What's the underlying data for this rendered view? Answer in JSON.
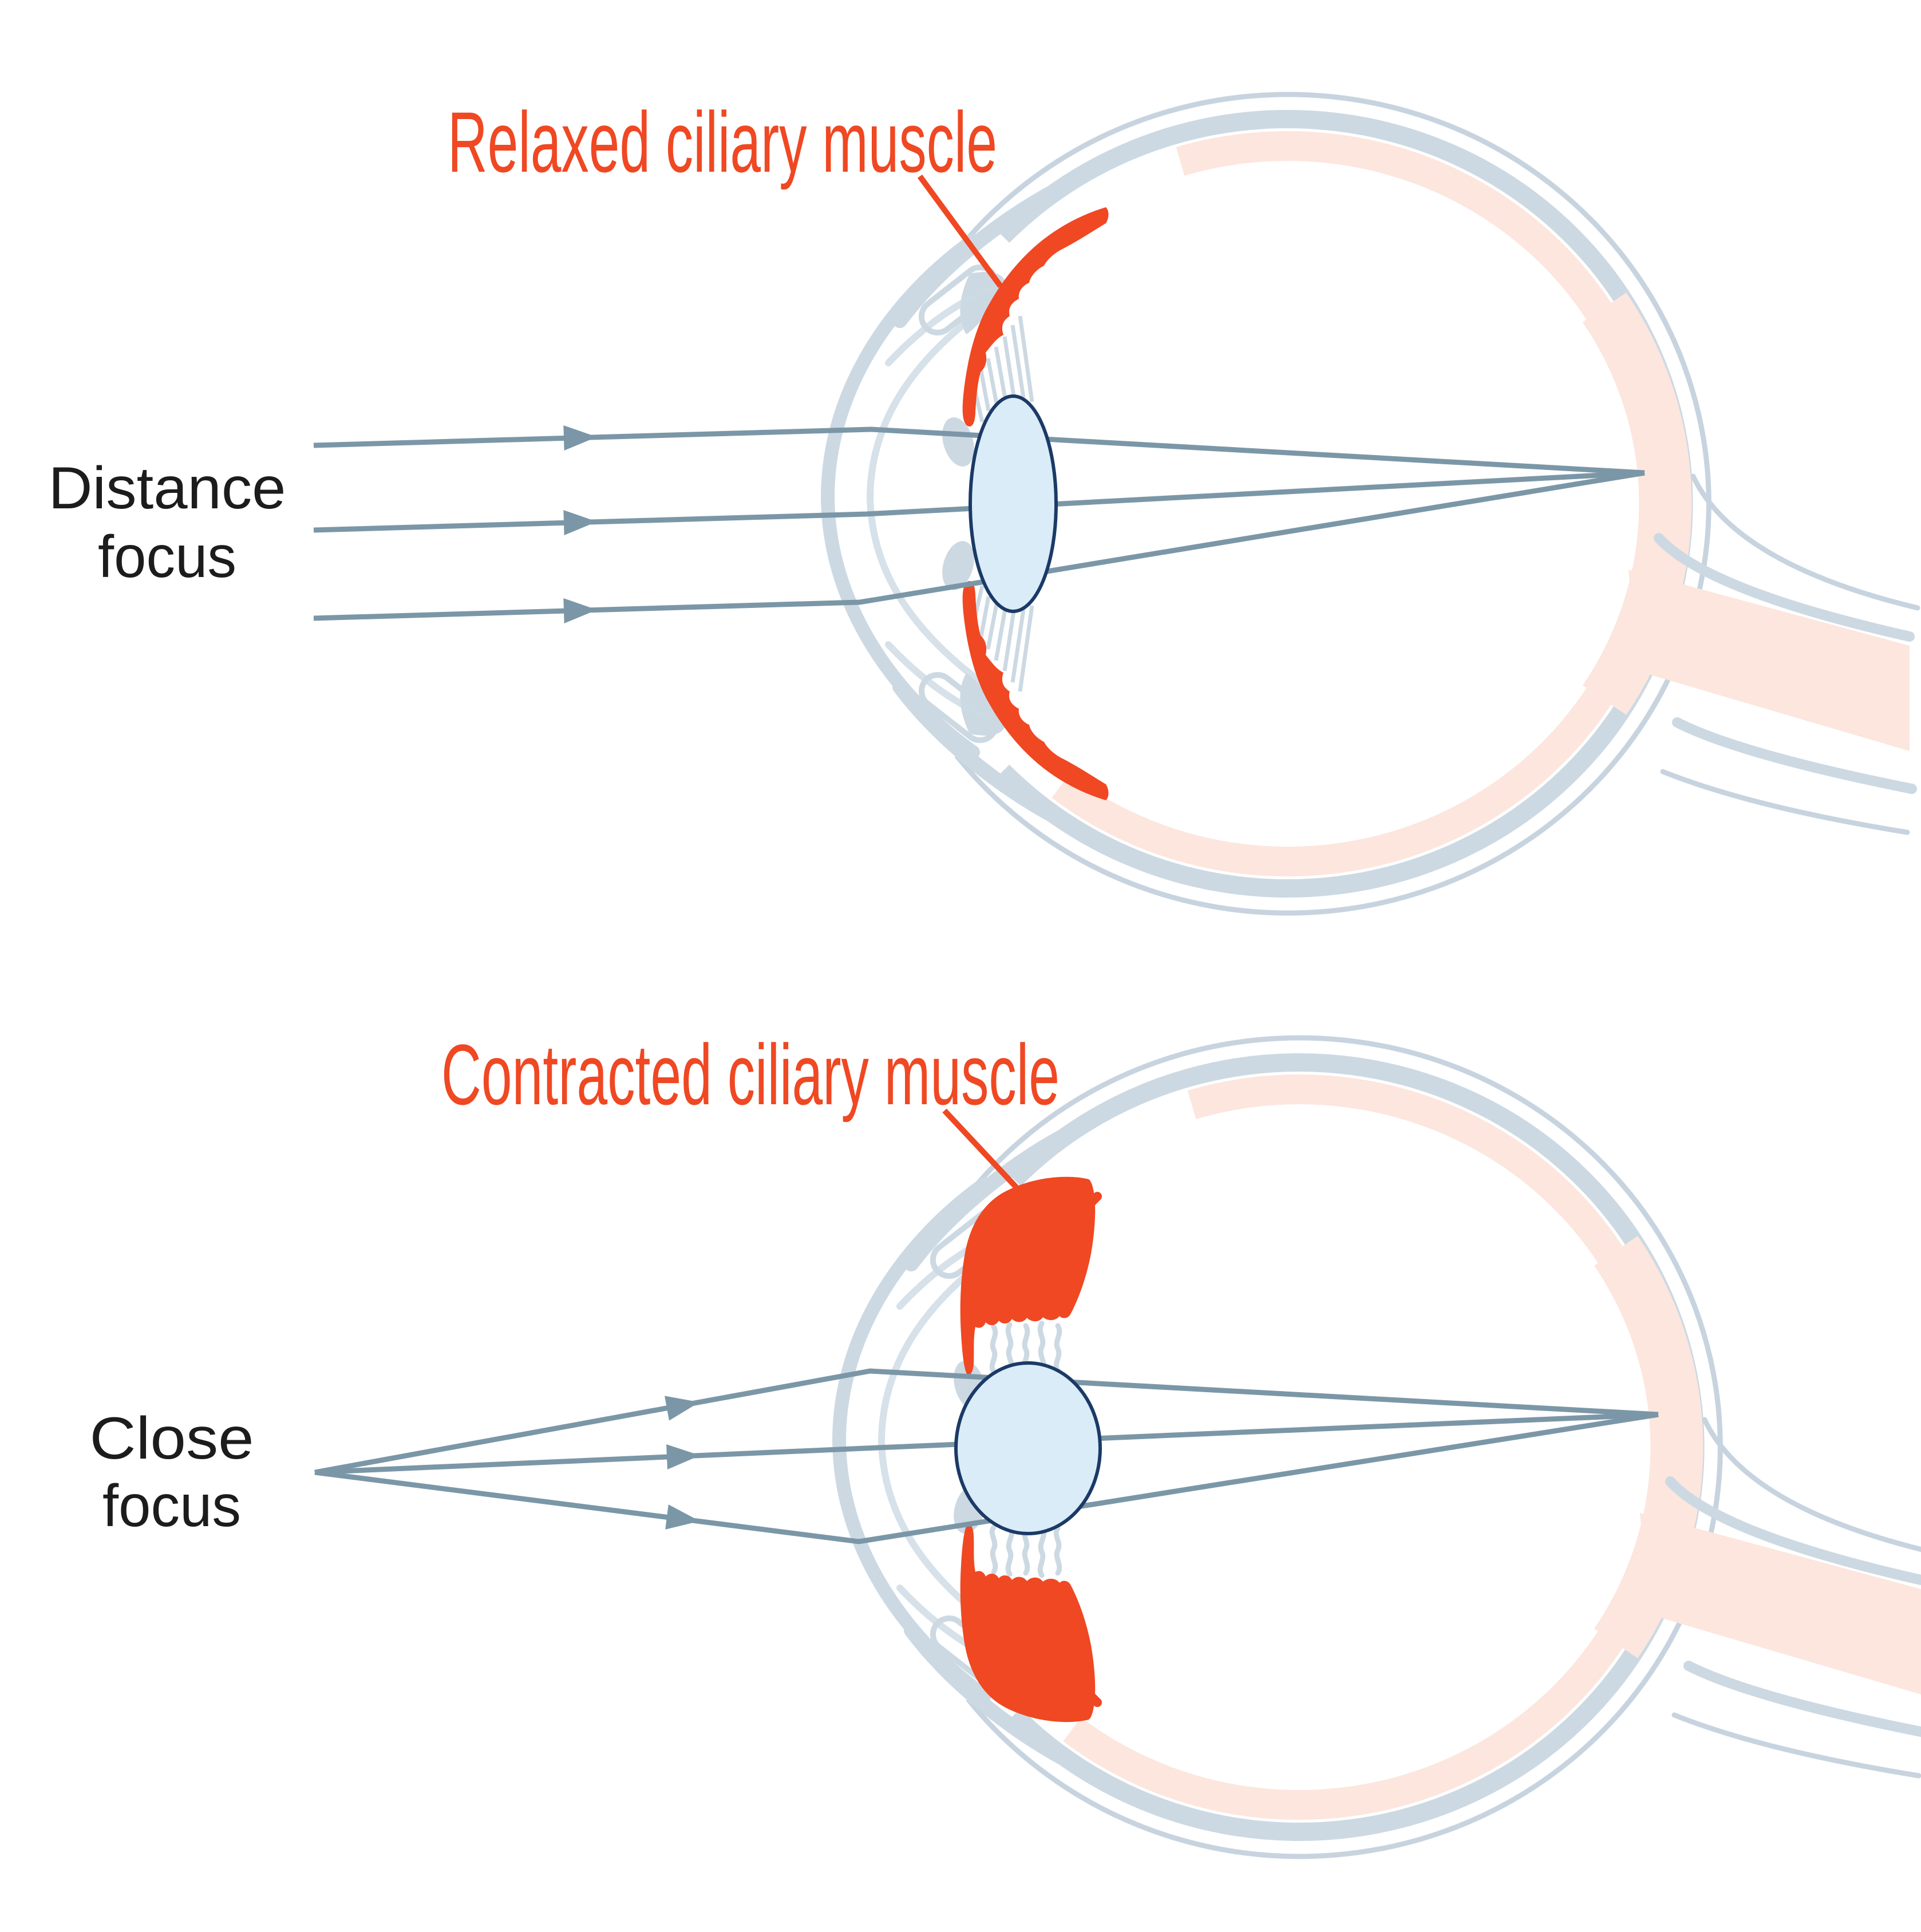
{
  "colors": {
    "accent_red": "#ef4823",
    "ray_blue": "#7b97a7",
    "structure_gray": "#ccd9e3",
    "outline_gray": "#c7d4df",
    "retina_pink": "#fce6de",
    "lens_fill": "#daecf8",
    "lens_stroke": "#1b3a66",
    "text_black": "#1c1c1c"
  },
  "top_diagram": {
    "muscle_label": "Relaxed ciliary muscle",
    "side_label_line1": "Distance",
    "side_label_line2": "focus",
    "ray_count": 3
  },
  "bottom_diagram": {
    "muscle_label": "Contracted ciliary muscle",
    "side_label_line1": "Close",
    "side_label_line2": "focus",
    "ray_count": 3
  },
  "icons": {
    "ray_arrowhead": "triangle-right",
    "contraction_arrow": "curved-arrow"
  }
}
